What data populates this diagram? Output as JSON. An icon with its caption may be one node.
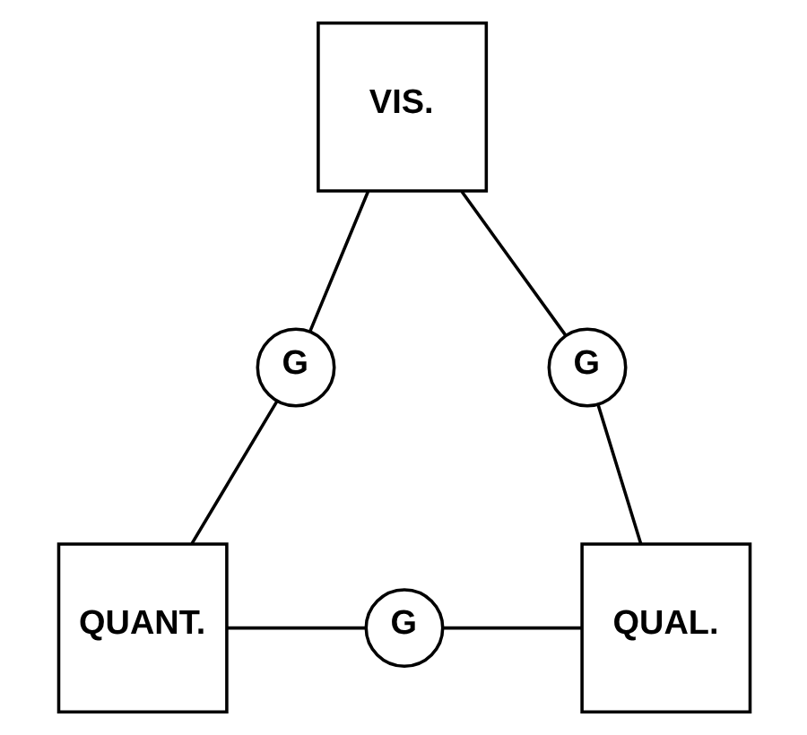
{
  "diagram": {
    "nodes": [
      {
        "text": [
          "VIS."
        ]
      },
      {
        "text": [
          "G"
        ]
      },
      {
        "text": [
          "G"
        ]
      },
      {
        "text": [
          "QUANT."
        ]
      },
      {
        "text": [
          "G"
        ]
      },
      {
        "text": [
          "QUAL."
        ]
      }
    ],
    "edges": [
      {
        "from": 0,
        "to": 1,
        "arrow": "none"
      },
      {
        "from": 1,
        "to": 3,
        "arrow": "none"
      },
      {
        "from": 0,
        "to": 2,
        "arrow": "none"
      },
      {
        "from": 2,
        "to": 5,
        "arrow": "none"
      },
      {
        "from": 3,
        "to": 4,
        "arrow": "none"
      },
      {
        "from": 4,
        "to": 5,
        "arrow": "none"
      }
    ]
  }
}
